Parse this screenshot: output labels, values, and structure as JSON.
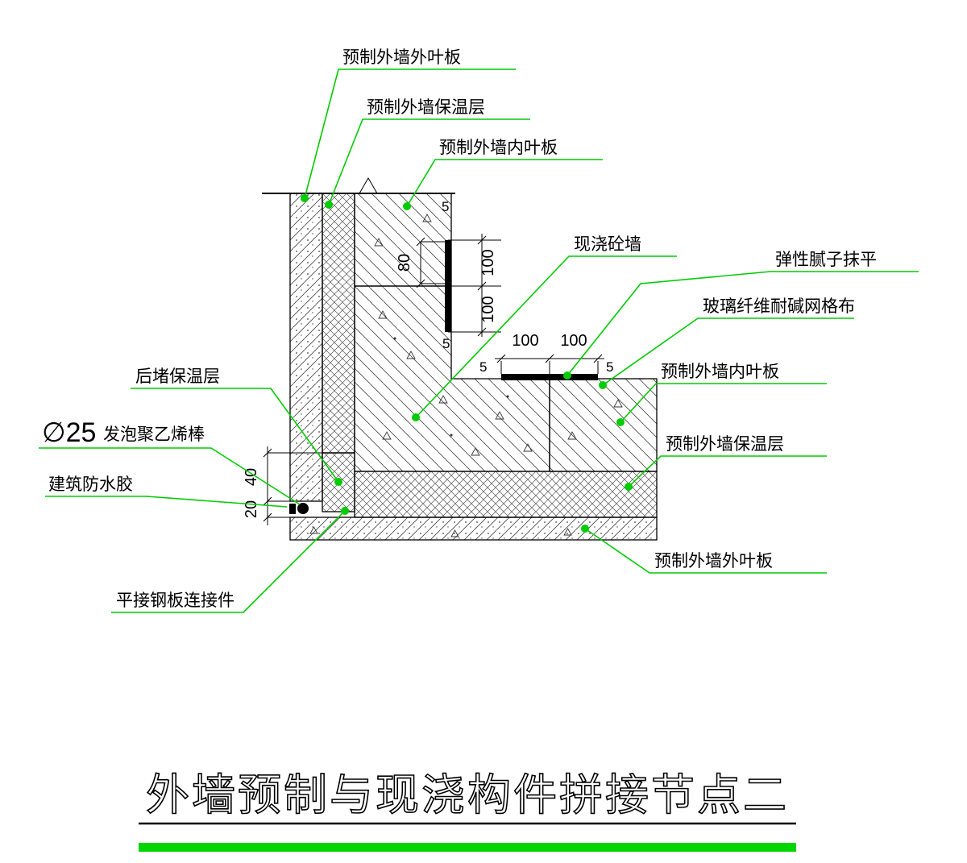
{
  "colors": {
    "leader": "#00cc00",
    "bar": "#00d500",
    "line": "#000000"
  },
  "labels": {
    "top_outer": "预制外墙外叶板",
    "top_insulation": "预制外墙保温层",
    "top_inner": "预制外墙内叶板",
    "cast_wall": "现浇砼墙",
    "putty": "弹性腻子抹平",
    "mesh": "玻璃纤维耐碱网格布",
    "right_inner": "预制外墙内叶板",
    "right_insulation": "预制外墙保温层",
    "right_outer": "预制外墙外叶板",
    "back_insulation": "后堵保温层",
    "rod_dia": "∅25",
    "rod": "发泡聚乙烯棒",
    "sealant": "建筑防水胶",
    "plate": "平接钢板连接件"
  },
  "dims": {
    "v100a": "100",
    "v100b": "100",
    "v80": "80",
    "h100a": "100",
    "h100b": "100",
    "gap40": "40",
    "gap20": "20",
    "t5a": "5",
    "t5b": "5",
    "t5c": "5",
    "t5d": "5"
  },
  "title": "外墙预制与现浇构件拼接节点二"
}
